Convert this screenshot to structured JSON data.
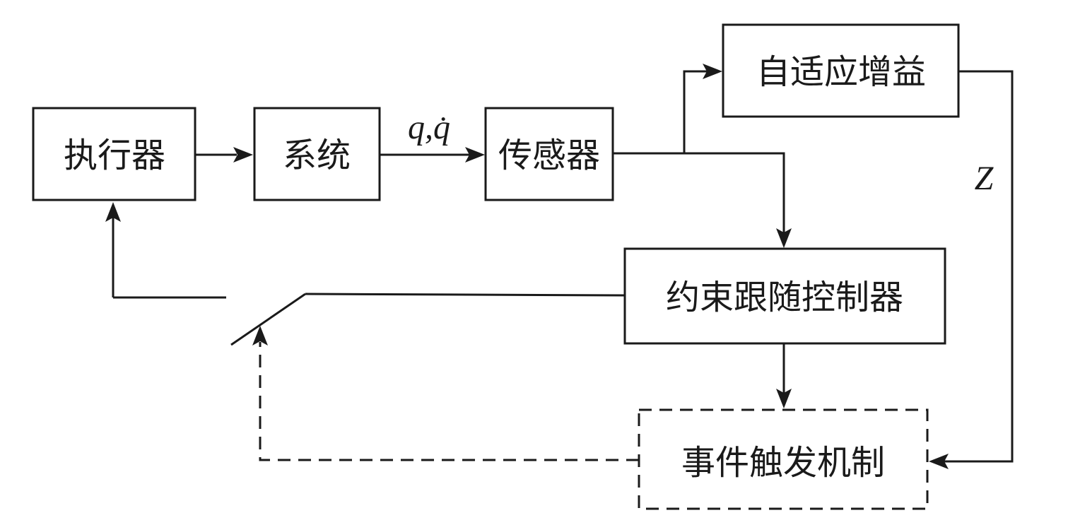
{
  "diagram": {
    "type": "control-block-diagram",
    "blocks": {
      "actuator": "执行器",
      "system": "系统",
      "sensor": "传感器",
      "adaptive_gain": "自适应增益",
      "constrained_tracking_controller": "约束跟随控制器",
      "event_trigger_mechanism": "事件触发机制"
    },
    "signals": {
      "state_label": "q,q̇",
      "gain_label": "Z"
    },
    "edges": [
      {
        "from": "actuator",
        "to": "system",
        "style": "solid"
      },
      {
        "from": "system",
        "to": "sensor",
        "label": "q,q̇",
        "style": "solid"
      },
      {
        "from": "sensor",
        "to": "adaptive_gain",
        "style": "solid"
      },
      {
        "from": "sensor",
        "to": "constrained_tracking_controller",
        "style": "solid"
      },
      {
        "from": "adaptive_gain",
        "to": "event_trigger_mechanism",
        "label": "Z",
        "style": "solid"
      },
      {
        "from": "constrained_tracking_controller",
        "to": "event_trigger_mechanism",
        "style": "solid"
      },
      {
        "from": "constrained_tracking_controller",
        "to": "switch",
        "style": "solid"
      },
      {
        "from": "event_trigger_mechanism",
        "to": "switch",
        "style": "dashed"
      },
      {
        "from": "switch",
        "to": "actuator",
        "style": "solid"
      }
    ]
  }
}
